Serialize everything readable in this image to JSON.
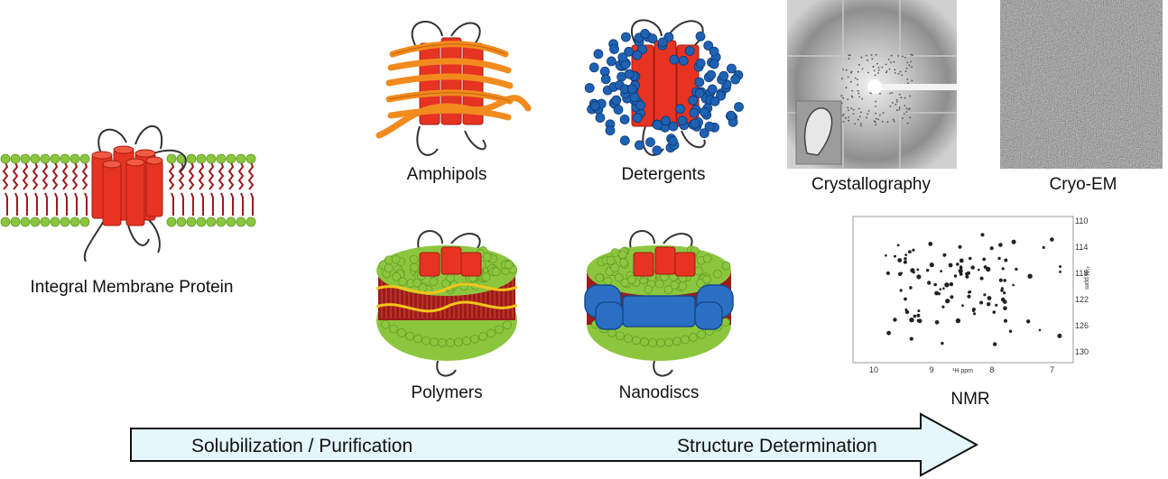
{
  "labels": {
    "imp": "Integral Membrane Protein",
    "amphipols": "Amphipols",
    "detergents": "Detergents",
    "polymers": "Polymers",
    "nanodiscs": "Nanodiscs",
    "crystallography": "Crystallography",
    "cryoem": "Cryo-EM",
    "nmr": "NMR"
  },
  "arrow": {
    "left": "Solubilization / Purification",
    "right": "Structure Determination"
  },
  "nmr": {
    "x_ticks": [
      "10",
      "9",
      "8",
      "7"
    ],
    "y_ticks": [
      "110",
      "114",
      "118",
      "122",
      "126",
      "130"
    ],
    "xlabel": "¹H ppm",
    "ylabel": "¹⁵N ppm"
  },
  "colors": {
    "protein": "#e63322",
    "lipid_head": "#8cc63f",
    "lipid_tail": "#9c1b1b",
    "amphipol": "#f28a1e",
    "detergent": "#1f62b4",
    "nanodisc_belt": "#2a6fc4",
    "polymer_strand": "#f2c51b",
    "arrow_fill": "#e5f6fc"
  }
}
